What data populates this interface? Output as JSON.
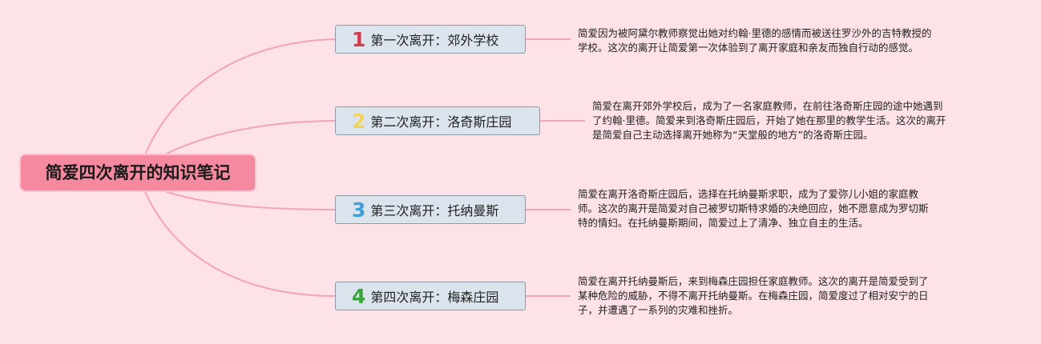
{
  "root": {
    "label": "简爱四次离开的知识笔记"
  },
  "colors": {
    "background": "#fde2e7",
    "root_fill": "#f4899f",
    "branch_fill": "#dbe3ec",
    "connector": "#f4a3b8",
    "num1": "#d33a4c",
    "num2": "#f2d35b",
    "num3": "#3f9fd8",
    "num4": "#3aa23a"
  },
  "branches": [
    {
      "number": "1",
      "label": "第一次离开：郊外学校",
      "note_lines": [
        "简爱因为被阿黛尔教师察觉出她对约翰·里德的感情而被送往罗沙外的吉特教授的",
        "学校。这次的离开让简爱第一次体验到了离开家庭和亲友而独自行动的感觉。"
      ]
    },
    {
      "number": "2",
      "label": "第二次离开：洛奇斯庄园",
      "note_lines": [
        "简爱在离开郊外学校后，成为了一名家庭教师，在前往洛奇斯庄园的途中她遇到",
        "了约翰·里德。简爱来到洛奇斯庄园后，开始了她在那里的教学生活。这次的离开",
        "是简爱自己主动选择离开她称为“天堂般的地方”的洛奇斯庄园。"
      ]
    },
    {
      "number": "3",
      "label": "第三次离开：托纳曼斯",
      "note_lines": [
        "简爱在离开洛奇斯庄园后，选择在托纳曼斯求职，成为了爱弥儿小姐的家庭教",
        "师。这次的离开是简爱对自己被罗切斯特求婚的决绝回应，她不愿意成为罗切斯",
        "特的情妇。在托纳曼斯期间，简爱过上了清净、独立自主的生活。"
      ]
    },
    {
      "number": "4",
      "label": "第四次离开：梅森庄园",
      "note_lines": [
        "简爱在离开托纳曼斯后，来到梅森庄园担任家庭教师。这次的离开是简爱受到了",
        "某种危险的威胁，不得不离开托纳曼斯。在梅森庄园，简爱度过了相对安宁的日",
        "子，并遭遇了一系列的灾难和挫折。"
      ]
    }
  ]
}
